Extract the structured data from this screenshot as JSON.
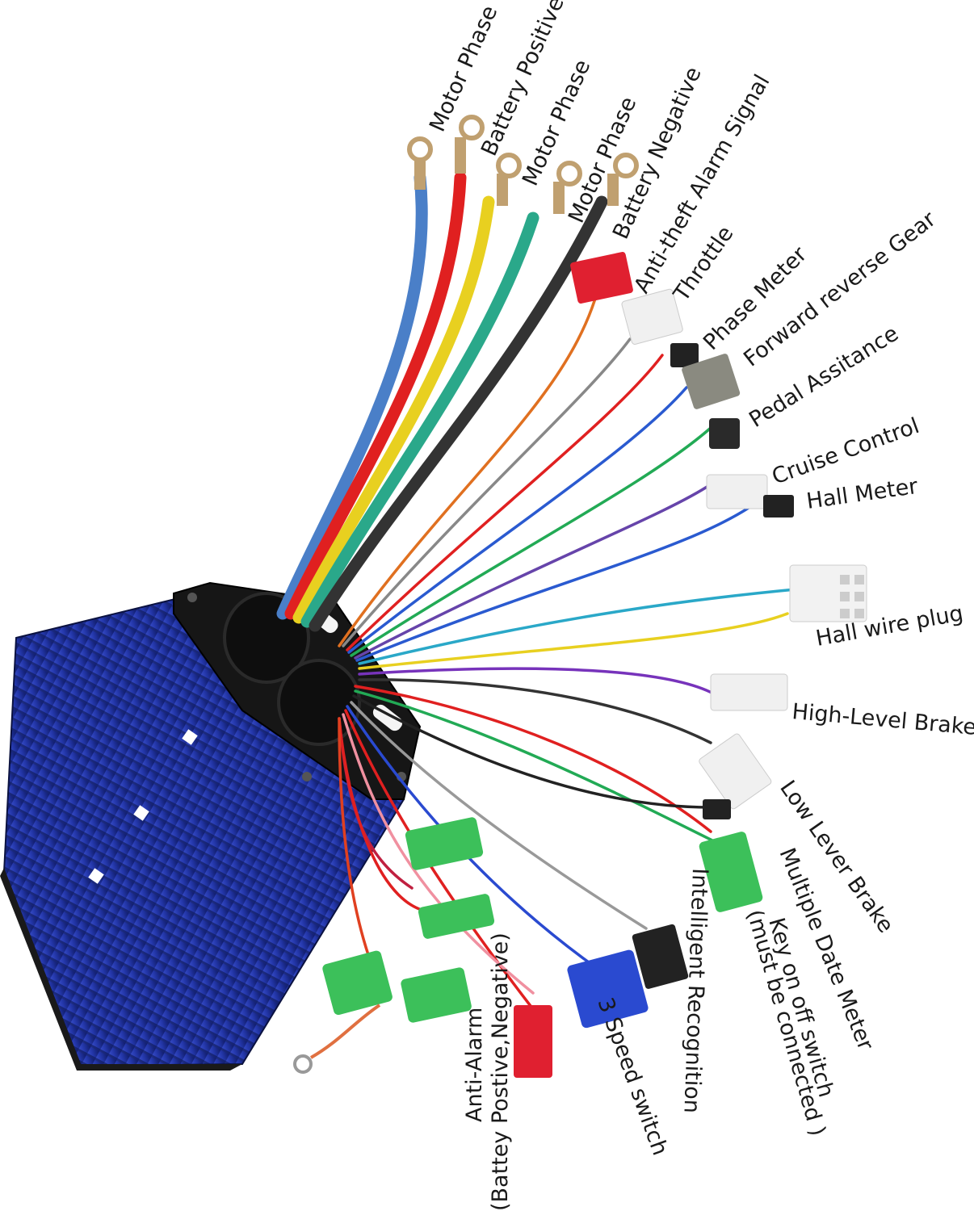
{
  "diagram": {
    "labels": {
      "motor_phase_1": "Motor Phase",
      "battery_positive": "Battery Positive",
      "motor_phase_2": "Motor Phase",
      "motor_phase_3": "Motor Phase",
      "battery_negative": "Battery Negative",
      "anti_theft_alarm_signal": "Anti-theft Alarm Signal",
      "throttle": "Throttle",
      "phase_meter": "Phase Meter",
      "forward_reverse_gear": "Forward reverse Gear",
      "pedal_assistance": "Pedal Assitance",
      "cruise_control": "Cruise Control",
      "hall_meter": "Hall Meter",
      "hall_wire_plug": "Hall wire plug",
      "high_level_brake": "High-Level Brake",
      "low_lever_brake": "Low Lever Brake",
      "multiple_date_meter": "Multiple Date Meter",
      "key_on_off_switch_line1": "Key on off switch",
      "key_on_off_switch_line2": "(must be connected )",
      "intelligent_recognition": "Intelligent Recognition",
      "three_speed_switch": "3 Speed switch",
      "anti_alarm_line1": "Anti-Alarm",
      "anti_alarm_line2": "(Battey Postive,Negative)"
    },
    "colors": {
      "controller_body": "#2a3aa8",
      "controller_end": "#111111",
      "wire_blue": "#4a7fc8",
      "wire_red": "#e02020",
      "wire_yellow": "#e8d020",
      "wire_green": "#2aa88a",
      "wire_black": "#333333",
      "connector_red": "#e02030",
      "connector_green": "#3cc05a",
      "connector_blue": "#2a4ad0",
      "connector_white": "#f0f0f0",
      "connector_gray": "#8a8a80",
      "connector_black": "#222222"
    }
  }
}
